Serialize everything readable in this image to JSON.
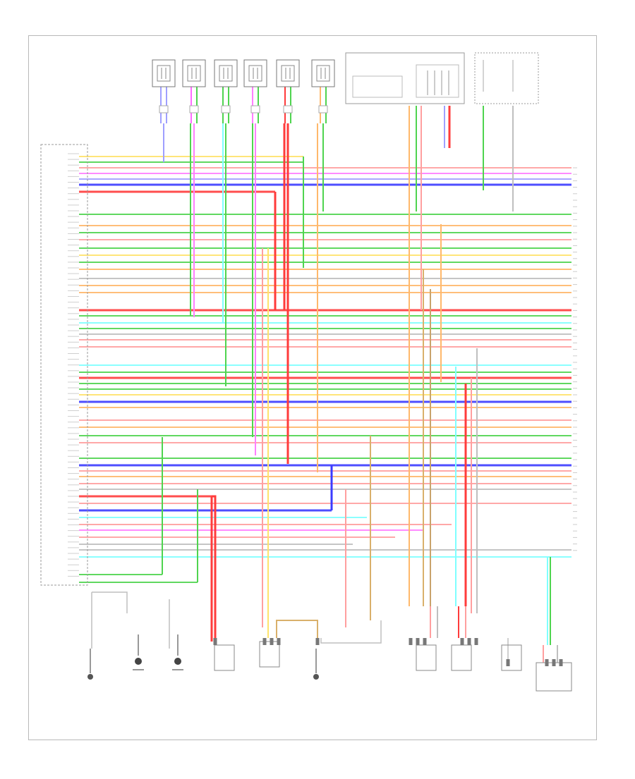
{
  "diagram": {
    "footer_tag": "",
    "ecm_label": "",
    "note": "",
    "fuses": [
      {
        "id": "F1",
        "label": "",
        "colors": [
          "#9f9fff",
          "#9f9fff"
        ]
      },
      {
        "id": "F2",
        "label": "",
        "colors": [
          "#ff6bff",
          "#4fd44f"
        ]
      },
      {
        "id": "F3",
        "label": "",
        "colors": [
          "#4fd44f",
          "#4fd44f"
        ]
      },
      {
        "id": "F4",
        "label": "",
        "colors": [
          "#ff7fff",
          "#4fd44f"
        ]
      },
      {
        "id": "F5",
        "label": "",
        "colors": [
          "#ff3b3b",
          "#4fd44f"
        ]
      },
      {
        "id": "F6",
        "label": "",
        "colors": [
          "#ffb86b",
          "#4fd44f"
        ]
      }
    ],
    "wires": [
      {
        "color": "#ffb86b"
      },
      {
        "color": "#ff7fff"
      },
      {
        "color": "#9f9fff"
      },
      {
        "color": "#3b3bff"
      },
      {
        "color": "#ff3b3b"
      },
      {
        "color": "#4fd44f"
      },
      {
        "color": "#ffe36b"
      },
      {
        "color": "#7fffff"
      },
      {
        "color": "#ff9f9f"
      },
      {
        "color": "#bfbfbf"
      }
    ],
    "bottom_components": [
      {
        "id": "C1",
        "label": ""
      },
      {
        "id": "C2",
        "label": ""
      },
      {
        "id": "C3",
        "label": ""
      },
      {
        "id": "C4",
        "label": ""
      },
      {
        "id": "C5",
        "label": ""
      },
      {
        "id": "C6",
        "label": ""
      },
      {
        "id": "C7",
        "label": ""
      },
      {
        "id": "C8",
        "label": ""
      },
      {
        "id": "C9",
        "label": ""
      },
      {
        "id": "C10",
        "label": ""
      }
    ]
  }
}
